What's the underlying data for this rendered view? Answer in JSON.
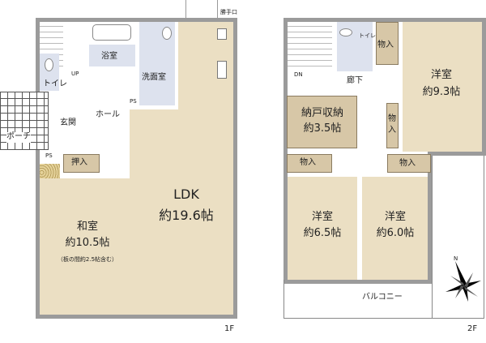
{
  "colors": {
    "room": "#ebdfc3",
    "storage": "#d7c7a7",
    "wet_area": "#dde2ee",
    "wall": "#9b9b9b"
  },
  "floor1": {
    "label": "1F",
    "service_door": "勝手口",
    "bathroom": "浴室",
    "washroom": "洗面室",
    "toilet": "トイレ",
    "up": "UP",
    "ps1": "PS",
    "ps2": "PS",
    "hall": "ホール",
    "entrance": "玄関",
    "porch": "ポーチ",
    "closet": "押入",
    "ldk": {
      "name": "LDK",
      "size": "約19.6帖"
    },
    "washitsu": {
      "name": "和室",
      "size": "約10.5帖",
      "note": "（板の間約2.5帖含む）"
    }
  },
  "floor2": {
    "label": "2F",
    "toilet": "トイレ",
    "down": "DN",
    "corridor": "廊下",
    "storage_top": "物入",
    "storage_side": "物入",
    "storage_left": "物入",
    "storage_right": "物入",
    "nando": {
      "name": "納戸収納",
      "size": "約3.5帖"
    },
    "room_93": {
      "name": "洋室",
      "size": "約9.3帖"
    },
    "room_65": {
      "name": "洋室",
      "size": "約6.5帖"
    },
    "room_60": {
      "name": "洋室",
      "size": "約6.0帖"
    },
    "balcony": "バルコニー",
    "compass": "N"
  }
}
